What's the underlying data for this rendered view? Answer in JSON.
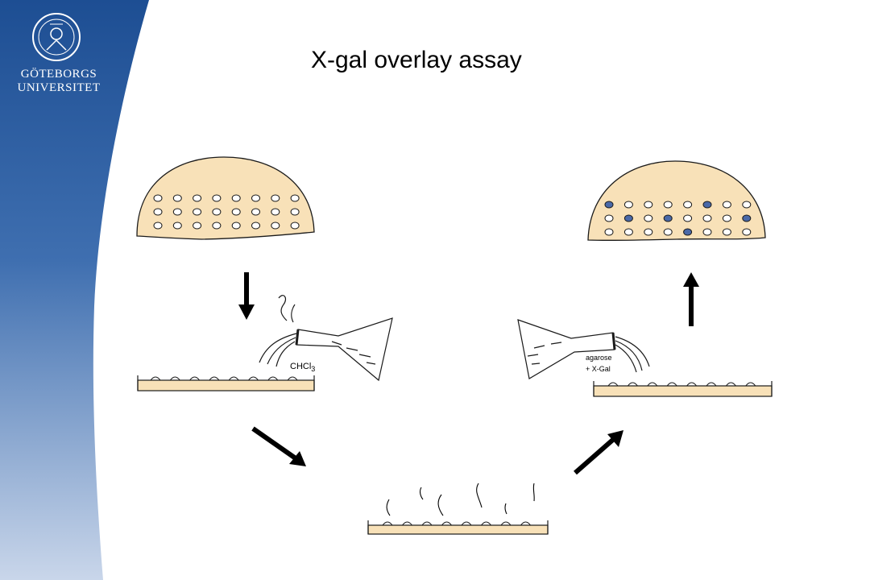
{
  "slide": {
    "title": "X-gal overlay assay",
    "logo_line1": "GÖTEBORGS",
    "logo_line2": "UNIVERSITET"
  },
  "labels": {
    "solvent": "CHCl3",
    "solvent_base": "CHCl",
    "solvent_sub": "3",
    "overlay_line1": "agarose",
    "overlay_line2": "+ X-Gal"
  },
  "colors": {
    "band_top": "#1d4e93",
    "band_bottom": "#c9d6ea",
    "plate_fill": "#f8e1b8",
    "blue_colony": "#4a69a8"
  },
  "icons": [
    "university-seal-icon",
    "flask-icon",
    "arrow-icon",
    "vapor-icon"
  ]
}
